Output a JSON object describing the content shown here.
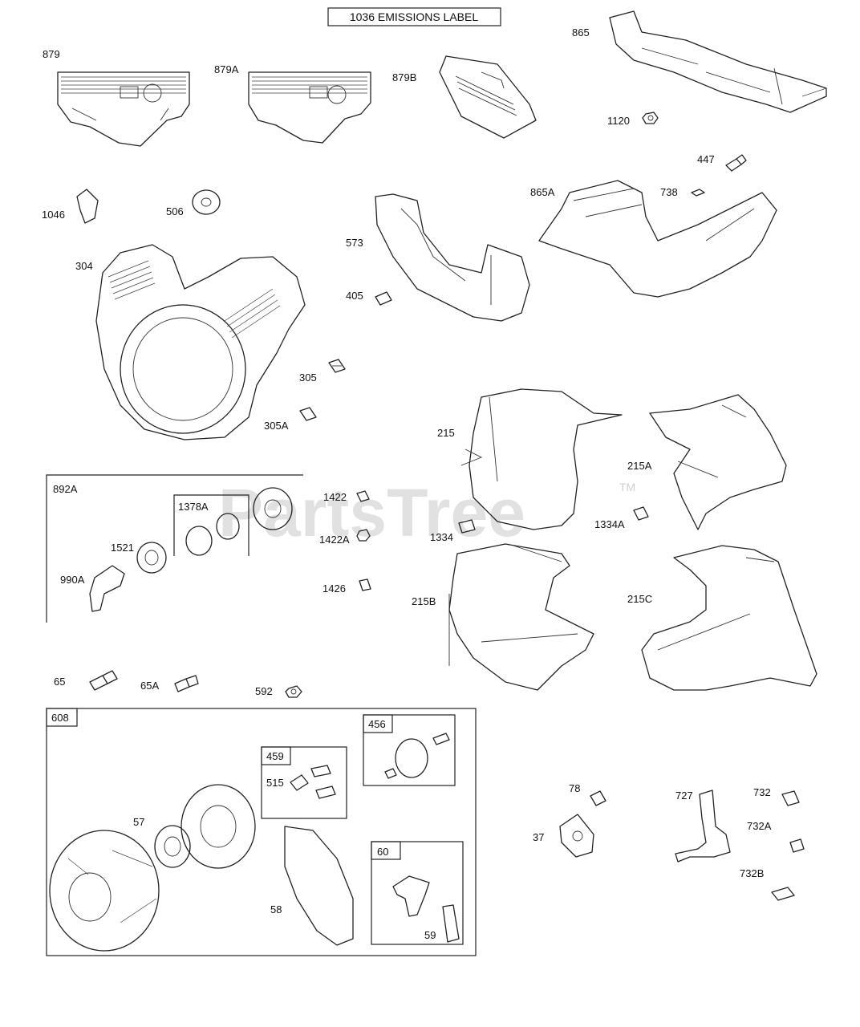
{
  "diagram": {
    "header_label": "1036 EMISSIONS LABEL",
    "watermark": "PartsTree",
    "watermark_mark": "TM",
    "kit_boxes": {
      "b892A": "892A",
      "b1378A": "1378A",
      "b608": "608",
      "b456": "456",
      "b459": "459",
      "b60": "60"
    },
    "parts": {
      "p879": "879",
      "p879A": "879A",
      "p879B": "879B",
      "p865": "865",
      "p1120": "1120",
      "p447": "447",
      "p1046": "1046",
      "p506": "506",
      "p304": "304",
      "p573": "573",
      "p865A": "865A",
      "p738": "738",
      "p405": "405",
      "p305": "305",
      "p305A": "305A",
      "p215": "215",
      "p215A": "215A",
      "p1521": "1521",
      "p990A": "990A",
      "p1422": "1422",
      "p1422A": "1422A",
      "p1334": "1334",
      "p1334A": "1334A",
      "p1426": "1426",
      "p215B": "215B",
      "p215C": "215C",
      "p65": "65",
      "p65A": "65A",
      "p592": "592",
      "p515": "515",
      "p57": "57",
      "p58": "58",
      "p59": "59",
      "p78": "78",
      "p37": "37",
      "p727": "727",
      "p732": "732",
      "p732A": "732A",
      "p732B": "732B"
    }
  }
}
